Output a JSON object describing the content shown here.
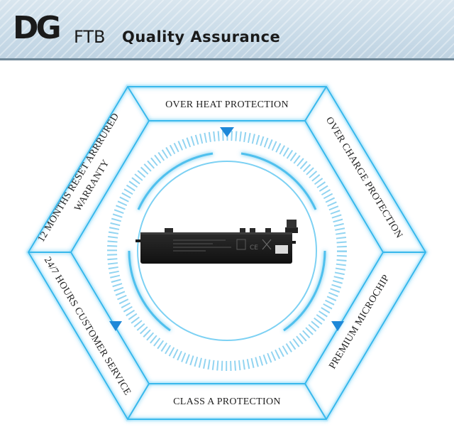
{
  "header": {
    "logo_mark": "DG",
    "logo_sub": "FTB",
    "title": "Quality Assurance"
  },
  "hexagon": {
    "labels": {
      "top": "OVER HEAT PROTECTION",
      "top_right": "OVER CHARGE PROTECTION",
      "bottom_right": "PREMIUM MICROCHIP",
      "bottom": "CLASS A PROTECTION",
      "bottom_left": "24/7 HOURS CUSTOMER SERVICE",
      "top_left_line1": "12 MONTHS RESET ARRRURED",
      "top_left_line2": "WARRANTY"
    },
    "colors": {
      "neon": "#38b8ec",
      "glow": "#9fe0fb",
      "arrow": "#1e88d8"
    }
  },
  "product": {
    "icon": "laptop-battery-image",
    "label_text": "CE"
  }
}
